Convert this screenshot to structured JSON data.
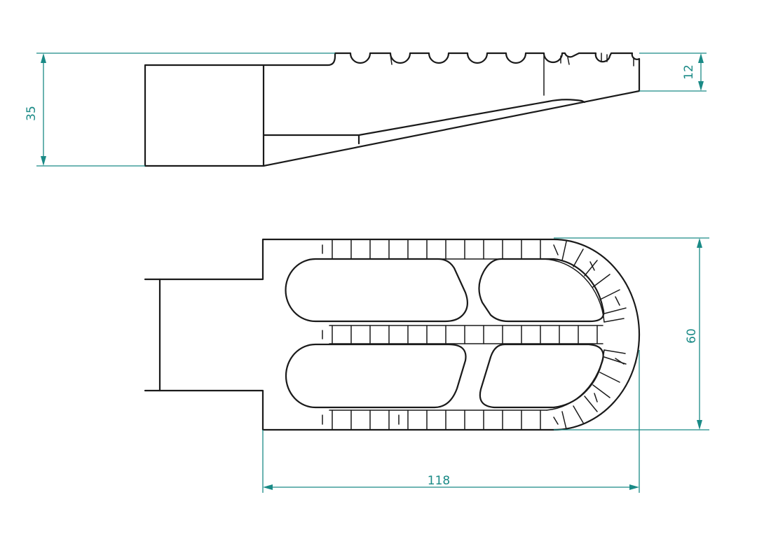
{
  "dimensions": {
    "height_total": "35",
    "step_height": "12",
    "width": "60",
    "length": "118"
  },
  "colors": {
    "outline": "#1a1a1a",
    "dimension": "#1a8a86",
    "background": "#ffffff"
  }
}
